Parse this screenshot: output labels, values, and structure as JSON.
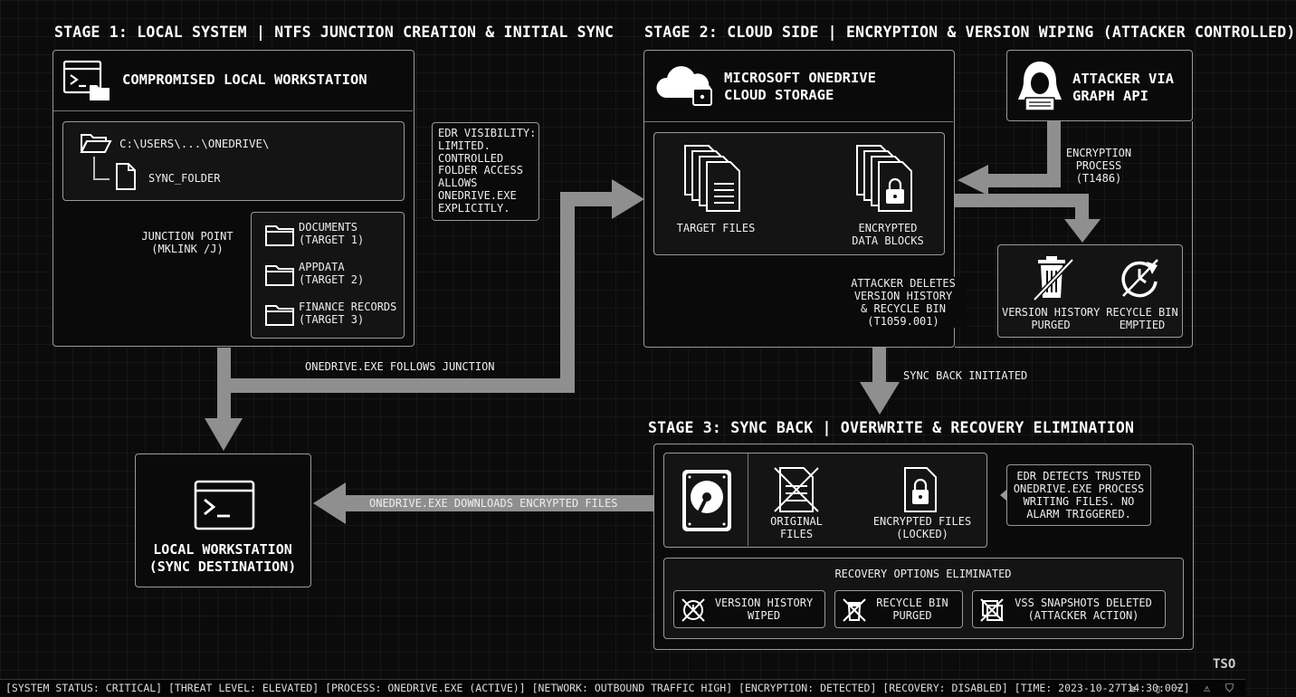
{
  "stage1": {
    "title": "STAGE 1: LOCAL SYSTEM | NTFS JUNCTION CREATION & INITIAL SYNC",
    "workstation_title": "COMPROMISED LOCAL WORKSTATION",
    "onedrive_path": "C:\\USERS\\...\\ONEDRIVE\\",
    "sync_folder": "SYNC_FOLDER",
    "junction_label": "JUNCTION POINT\n(MKLINK /J)",
    "targets": [
      "DOCUMENTS\n(TARGET 1)",
      "APPDATA\n(TARGET 2)",
      "FINANCE RECORDS\n(TARGET 3)"
    ],
    "edr_note": "EDR VISIBILITY:\nLIMITED.\nCONTROLLED\nFOLDER ACCESS\nALLOWS\nONEDRIVE.EXE\nEXPLICITLY.",
    "follow_label": "ONEDRIVE.EXE FOLLOWS JUNCTION"
  },
  "stage2": {
    "title": "STAGE 2: CLOUD SIDE | ENCRYPTION & VERSION WIPING (ATTACKER CONTROLLED)",
    "cloud_title": "MICROSOFT ONEDRIVE\nCLOUD STORAGE",
    "attacker_title": "ATTACKER VIA\nGRAPH API",
    "target_files": "TARGET FILES",
    "encrypted_blocks": "ENCRYPTED\nDATA BLOCKS",
    "encryption_label": "ENCRYPTION\nPROCESS\n(T1486)",
    "deletes_label": "ATTACKER DELETES\nVERSION HISTORY\n& RECYCLE BIN\n(T1059.001)",
    "version_purged": "VERSION HISTORY\nPURGED",
    "recycle_emptied": "RECYCLE BIN\nEMPTIED",
    "sync_back": "SYNC BACK INITIATED"
  },
  "stage3": {
    "title": "STAGE 3: SYNC BACK | OVERWRITE & RECOVERY ELIMINATION",
    "original_files": "ORIGINAL\nFILES",
    "encrypted_locked": "ENCRYPTED FILES\n(LOCKED)",
    "edr_detects": "EDR DETECTS TRUSTED\nONEDRIVE.EXE PROCESS\nWRITING FILES. NO\nALARM TRIGGERED.",
    "recovery_title": "RECOVERY OPTIONS ELIMINATED",
    "recovery_items": [
      "VERSION HISTORY\nWIPED",
      "RECYCLE BIN\nPURGED",
      "VSS SNAPSHOTS DELETED\n(ATTACKER ACTION)"
    ],
    "downloads_label": "ONEDRIVE.EXE DOWNLOADS ENCRYPTED FILES",
    "local_dest": "LOCAL WORKSTATION\n(SYNC DESTINATION)"
  },
  "corner_tag": "TSO",
  "status_bar": "[SYSTEM STATUS: CRITICAL] [THREAT LEVEL: ELEVATED] [PROCESS: ONEDRIVE.EXE (ACTIVE)] [NETWORK: OUTBOUND TRAFFIC HIGH] [ENCRYPTION: DETECTED] [RECOVERY: DISABLED] [TIME: 2023-10-27T14:30:00Z]"
}
